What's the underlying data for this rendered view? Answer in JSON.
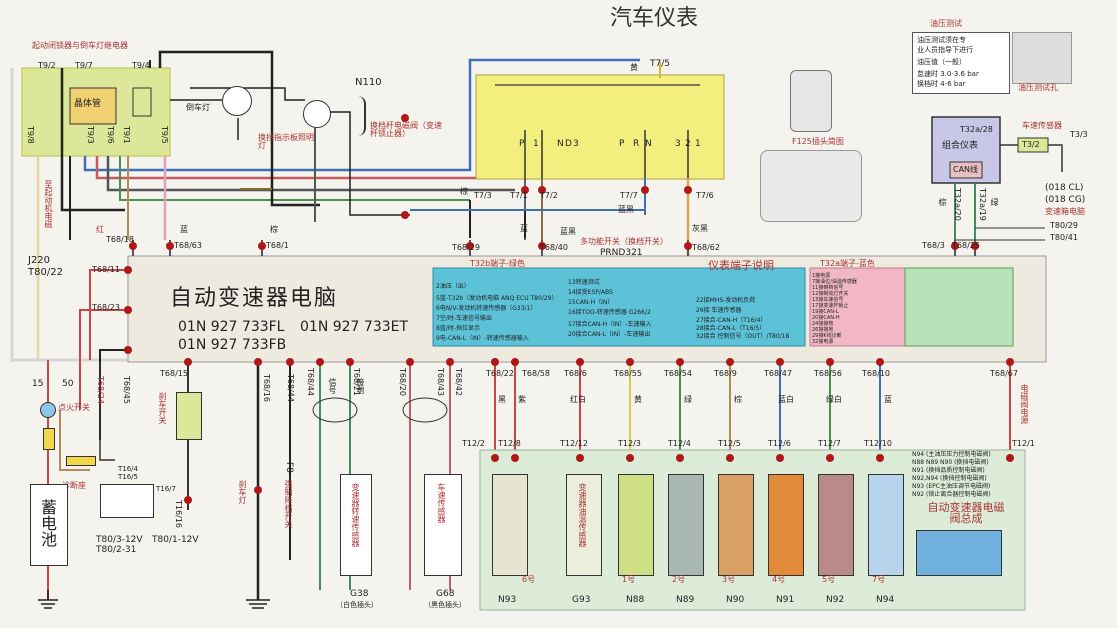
{
  "title": "汽车仪表",
  "relay": {
    "heading": "起动闭锁器与倒车灯继电器",
    "label": "晶体管",
    "t9_2": "T9/2",
    "t9_7": "T9/7",
    "t9_4": "T9/4",
    "t9_8": "T9/8",
    "t9_3": "T9/3",
    "t9_6": "T9/6",
    "t9_1": "T9/1",
    "t9_5": "T9/5"
  },
  "left_note": "至起动机电磁",
  "reverse_lamp": "倒车灯",
  "illum_lamp": "换挡指示板照明灯",
  "n110": {
    "id": "N110",
    "desc": "换档杆电磁阀（变速杆锁止器）"
  },
  "selector": {
    "t7_5": "T7/5",
    "yellow": "黄",
    "positions": [
      "P",
      "1",
      "N",
      "D",
      "3",
      "P",
      "R",
      "N",
      "3",
      "2",
      "1"
    ],
    "t7_3": "T7/3",
    "t7_1": "T7/1",
    "t7_2": "T7/2",
    "t7_7": "T7/7",
    "t7_6": "T7/6",
    "brown_label": "棕",
    "blue_label": "蓝",
    "blue_black": "蓝黑",
    "grey_black": "灰黑"
  },
  "connector_pic": "F125插头简图",
  "oil_test": {
    "title": "油压测试",
    "text": [
      "油压测试须在专",
      "业人员指导下进行",
      "油压值（一般）",
      "怠速时 3.0-3.6 bar",
      "换档时 4-6 bar"
    ],
    "caption": "油压测试孔"
  },
  "cluster": {
    "label": "组合仪表",
    "can": "CAN线",
    "t32a_28": "T32a/28",
    "t3_2": "T3/2",
    "t3_3": "T3/3",
    "sensor": "车速传感器",
    "t32a_20": "T32a/20",
    "t32a_19": "T32a/19",
    "wire_b": "棕",
    "wire_g": "绿",
    "code1": "(018 CL)",
    "code2": "(018 CG)",
    "code3": "变速箱电脑",
    "t80_29": "T80/29",
    "t80_41": "T80/41",
    "t68_3": "T68/3",
    "t68_25": "T68/25"
  },
  "ecu": {
    "title": "自动变速器电脑",
    "part1": "01N 927 733FL",
    "part2": "01N 927 733ET",
    "part3": "01N 927 733FB"
  },
  "t32b": {
    "label": "T32b端子-绿色",
    "lines": [
      "2油压（出）",
      "5蓝-T32b（发动机电脑 ANQ ECU T80/29）",
      "6电N/V-发动机转速传感器（G33/1）",
      "7空/时-车速信号输出",
      "8蓝/时-挡位显示",
      "9电-CAN-L（IN）-转速传感器输入"
    ],
    "mid": [
      "13转速测试",
      "14接受ESP/ABS",
      "15CAN-H（IN）",
      "16接TOG-转速传感器 G266/2",
      "17接合CAN-H（IN）-车速输入",
      "20接合CAN-L（IN）-车速输出"
    ],
    "right": [
      "22接MHS-发动机负荷",
      "26接 车速传感器",
      "27接合-CAN-H（T16/4）",
      "28接合-CAN-L（T16/5）",
      "32接合 控制信号（OUT）/T80/18"
    ]
  },
  "pin_desc": "仪表端子说明",
  "t32a": {
    "label": "T32a端子-蓝色",
    "lines": [
      "1接电源",
      "7接油位/油温传感器",
      "11接倒挡信号",
      "12接制动灯开关",
      "13接车速信号",
      "17接变速杆锁止",
      "19接CAN-L",
      "20接CAN-H",
      "24接接地",
      "26接接地",
      "29接K线诊断",
      "32接电源"
    ]
  },
  "selector_switch": {
    "name": "多功能开关（换档开关）",
    "code": "PRND321"
  },
  "ecu_pins_top": {
    "t68_18": "T68/18",
    "t68_63": "T68/63",
    "t68_1": "T68/1",
    "t68_29": "T68/29",
    "t68_40": "T68/40",
    "t68_62": "T68/62",
    "t68_11": "T68/11",
    "t68_23": "T68/23",
    "red": "红",
    "brown": "棕",
    "blue_black": "蓝黑",
    "blue": "蓝"
  },
  "left_misc": {
    "j220": "J220",
    "t80_22": "T80/22",
    "p15": "15",
    "p50": "50",
    "ign": "点火开关",
    "t68_24": "T68/24",
    "t68_45": "T68/45",
    "t68_15": "T68/15",
    "brake": "刹车开关",
    "dlc": "诊断座",
    "t16_4": "T16/4",
    "t16_5": "T16/5",
    "t16_7": "T16/7",
    "t16_16": "T16/16",
    "t80_3": "T80/3-12V",
    "t80_2": "T80/2-31",
    "t80_1": "T80/1-12V",
    "battery": "蓄电池",
    "brake_lamp": "刹车灯",
    "t68_16": "T68/16",
    "t68_44": "T68/44",
    "f8": "F8",
    "kickdown": "强制降档开关",
    "sig1": "信号",
    "sig2": "接地"
  },
  "sensors": {
    "g38": "G38",
    "g38_desc": "变速器转速传感器",
    "g38_cap": "（白色插头）",
    "g68": "G68",
    "g68_desc": "车速传感器",
    "g68_cap": "（黑色插头）",
    "t68_21": "T68/21",
    "t68_20": "T68/20",
    "t68_43": "T68/43",
    "t68_42": "T68/42",
    "t68_44b": "T68/44"
  },
  "valve_pins": {
    "t68_22": "T68/22",
    "t68_58": "T68/58",
    "t68_6": "T68/6",
    "t68_55": "T68/55",
    "t68_54": "T68/54",
    "t68_9": "T68/9",
    "t68_47": "T68/47",
    "t68_56": "T68/56",
    "t68_10": "T68/10",
    "t68_67": "T68/67",
    "colors": [
      "黑",
      "紫",
      "红白",
      "黄",
      "绿",
      "棕",
      "蓝白",
      "绿白",
      "蓝"
    ],
    "supply": "电磁阀电源"
  },
  "t12": {
    "labels": [
      "T12/2",
      "T12/8",
      "T12/12",
      "T12/3",
      "T12/4",
      "T12/5",
      "T12/6",
      "T12/7",
      "T12/10",
      "T12/1"
    ]
  },
  "valves": {
    "names": [
      "N93",
      "G93",
      "N88",
      "N89",
      "N90",
      "N91",
      "N92",
      "N94"
    ],
    "marks": [
      "6号",
      "1号",
      "2号",
      "3号",
      "4号",
      "5号",
      "7号"
    ],
    "g93_desc": "变速器油温传感器",
    "colors": [
      "#e5e5cf",
      "#eceedd",
      "#cfe084",
      "#a8b8b0",
      "#d9a066",
      "#e08a3a",
      "#b98a8a",
      "#b8d4ec"
    ]
  },
  "valve_legend": {
    "lines": [
      "N94 (主油压压力控制电磁阀)",
      "N88 N89 N90 (换挡电磁阀)",
      "N91 (换挡品质控制电磁阀)",
      "N92,N94 (换挡控制电磁阀)",
      "N93 (EPC主油压调节电磁阀)",
      "N92 (锁止离合器控制电磁阀)"
    ],
    "assembly": "自动变速器电磁阀总成"
  }
}
